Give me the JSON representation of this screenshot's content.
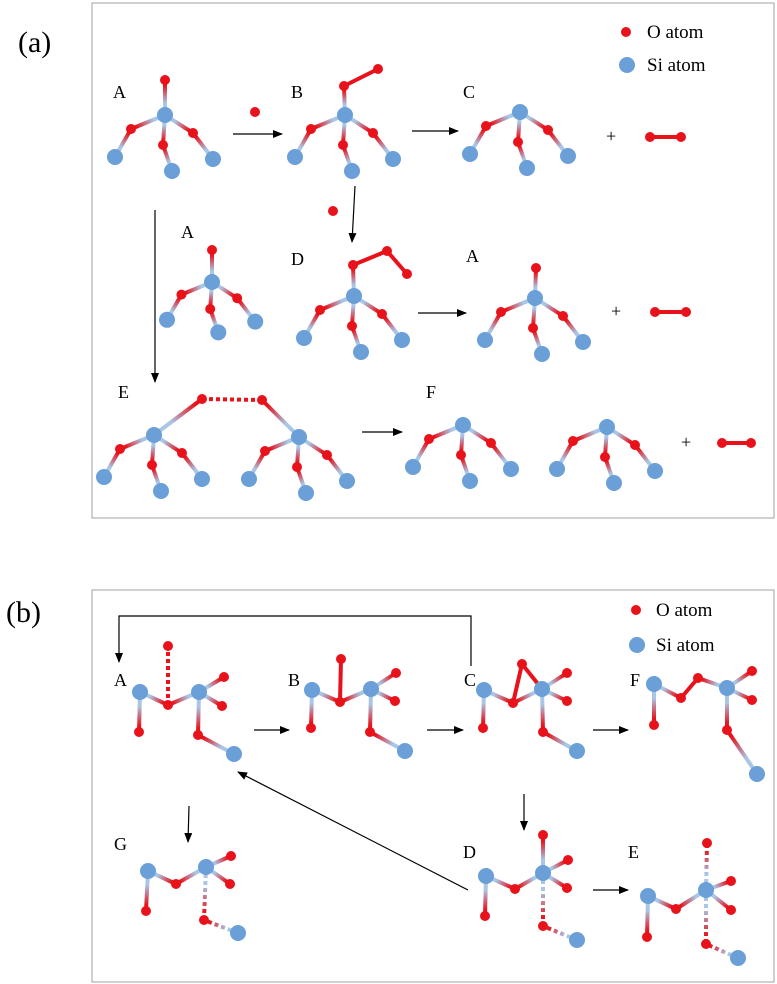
{
  "panel_a": {
    "label": "(a)",
    "legend": {
      "o": "O atom",
      "si": "Si atom"
    },
    "states": {
      "A_top": "A",
      "B": "B",
      "C": "C",
      "A_mid": "A",
      "D": "D",
      "A_right": "A",
      "E": "E",
      "F": "F"
    },
    "plus": "+"
  },
  "panel_b": {
    "label": "(b)",
    "legend": {
      "o": "O atom",
      "si": "Si atom"
    },
    "states": {
      "A": "A",
      "B": "B",
      "C": "C",
      "F": "F",
      "G": "G",
      "D": "D",
      "E": "E"
    }
  },
  "colors": {
    "oxygen": "#e8121a",
    "silicon": "#6a9fd8",
    "bond": "#a9c6e6",
    "frame": "#a0a0a0"
  }
}
